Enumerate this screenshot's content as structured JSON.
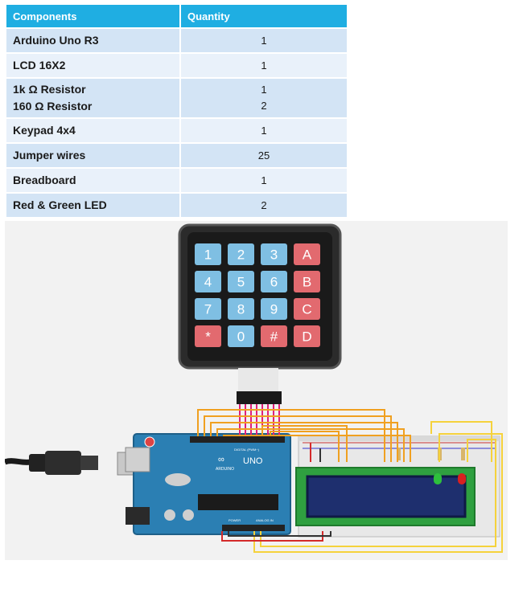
{
  "table": {
    "headers": [
      "Components",
      "Quantity"
    ],
    "rows": [
      {
        "name": [
          "Arduino Uno R3"
        ],
        "qty": [
          "1"
        ]
      },
      {
        "name": [
          "LCD 16X2"
        ],
        "qty": [
          "1"
        ]
      },
      {
        "name": [
          "1k Ω Resistor",
          "160  Ω Resistor"
        ],
        "qty": [
          "1",
          "2"
        ]
      },
      {
        "name": [
          "Keypad 4x4"
        ],
        "qty": [
          "1"
        ]
      },
      {
        "name": [
          "Jumper wires"
        ],
        "qty": [
          "25"
        ]
      },
      {
        "name": [
          "Breadboard"
        ],
        "qty": [
          "1"
        ]
      },
      {
        "name": [
          "Red & Green LED"
        ],
        "qty": [
          "2"
        ]
      }
    ]
  },
  "keypad": {
    "keys": [
      [
        "1",
        "2",
        "3",
        "A"
      ],
      [
        "4",
        "5",
        "6",
        "B"
      ],
      [
        "7",
        "8",
        "9",
        "C"
      ],
      [
        "*",
        "0",
        "#",
        "D"
      ]
    ],
    "colors": {
      "number": "#7fbfe3",
      "special": "#e26a6f",
      "frame": "#2b2b2b"
    }
  },
  "arduino": {
    "logo_text": "ARDUINO",
    "model_text": "UNO",
    "digital_label": "DIGITAL (PWM~)",
    "power_label": "POWER",
    "analog_label": "ANALOG IN",
    "color": "#2b7fb3"
  },
  "wire_colors": {
    "orange": "#f0a020",
    "yellow": "#f5d23c",
    "red": "#d42a2a",
    "magenta": "#e0207a"
  }
}
